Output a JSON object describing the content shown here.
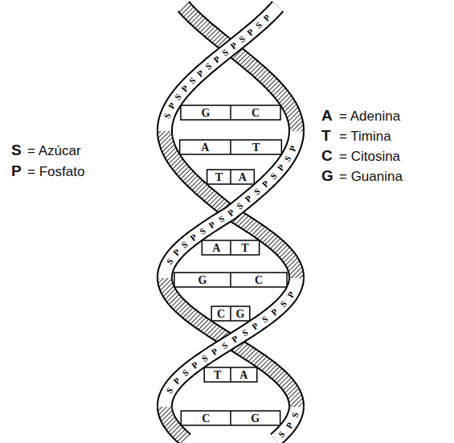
{
  "diagram": {
    "labels": [
      "S",
      "= Azúcar",
      "P",
      "= Fosfato",
      "A",
      "= Adenina",
      "T",
      "= Timina",
      "C",
      "= Citosina",
      "G",
      "= Guanina",
      "SPSPSPSPSPSPSP",
      "SPSPSPSPSPSPSPSP",
      "SPSPSPSPSPSPSP",
      "SPS",
      "G",
      "C",
      "A",
      "T",
      "T",
      "A",
      "A",
      "T",
      "G",
      "C",
      "C",
      "G",
      "T",
      "A",
      "C",
      "G"
    ]
  }
}
